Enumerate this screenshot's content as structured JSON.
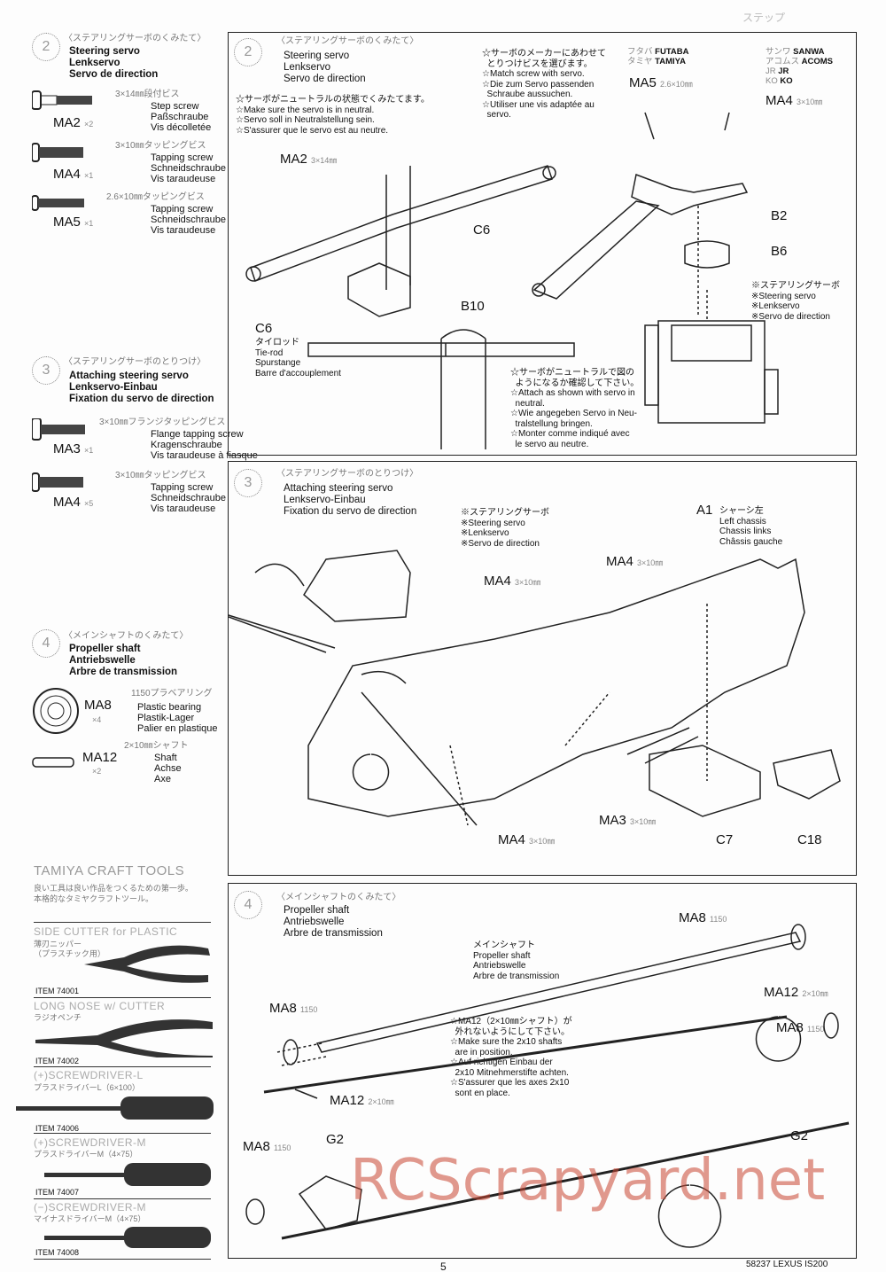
{
  "header_corner": "ステップ",
  "left": {
    "step2": {
      "num": "2",
      "jp": "〈ステアリングサーボのくみたて〉",
      "en": "Steering servo",
      "de": "Lenkservo",
      "fr": "Servo de direction",
      "parts": [
        {
          "code": "MA2",
          "qty": "×2",
          "size": "3×14㎜段付ビス",
          "en": "Step screw",
          "de": "Paßschraube",
          "fr": "Vis décolletée"
        },
        {
          "code": "MA4",
          "qty": "×1",
          "size": "3×10㎜タッピングビス",
          "en": "Tapping screw",
          "de": "Schneidschraube",
          "fr": "Vis taraudeuse"
        },
        {
          "code": "MA5",
          "qty": "×1",
          "size": "2.6×10㎜タッピングビス",
          "en": "Tapping screw",
          "de": "Schneidschraube",
          "fr": "Vis taraudeuse"
        }
      ]
    },
    "step3": {
      "num": "3",
      "jp": "〈ステアリングサーボのとりつけ〉",
      "en": "Attaching steering servo",
      "de": "Lenkservo-Einbau",
      "fr": "Fixation du servo de direction",
      "parts": [
        {
          "code": "MA3",
          "qty": "×1",
          "size": "3×10㎜フランジタッピングビス",
          "en": "Flange tapping screw",
          "de": "Kragenschraube",
          "fr": "Vis taraudeuse à fiasque"
        },
        {
          "code": "MA4",
          "qty": "×5",
          "size": "3×10㎜タッピングビス",
          "en": "Tapping screw",
          "de": "Schneidschraube",
          "fr": "Vis taraudeuse"
        }
      ]
    },
    "step4": {
      "num": "4",
      "jp": "〈メインシャフトのくみたて〉",
      "en": "Propeller shaft",
      "de": "Antriebswelle",
      "fr": "Arbre de transmission",
      "parts": [
        {
          "code": "MA8",
          "qty": "×4",
          "size": "1150プラベアリング",
          "en": "Plastic bearing",
          "de": "Plastik-Lager",
          "fr": "Palier en plastique"
        },
        {
          "code": "MA12",
          "qty": "×2",
          "size": "2×10㎜シャフト",
          "en": "Shaft",
          "de": "Achse",
          "fr": "Axe"
        }
      ]
    },
    "tools": {
      "title": "TAMIYA CRAFT TOOLS",
      "intro": "良い工具は良い作品をつくるための第一歩。\n本格的なタミヤクラフトツール。",
      "items": [
        {
          "name": "SIDE CUTTER for PLASTIC",
          "jp": "薄刃ニッパー\n（プラスチック用）",
          "item": "ITEM 74001"
        },
        {
          "name": "LONG NOSE w/ CUTTER",
          "jp": "ラジオペンチ",
          "item": "ITEM 74002"
        },
        {
          "name": "(+)SCREWDRIVER-L",
          "jp": "プラスドライバーL（6×100）",
          "item": "ITEM 74006"
        },
        {
          "name": "(+)SCREWDRIVER-M",
          "jp": "プラスドライバーM（4×75）",
          "item": "ITEM 74007"
        },
        {
          "name": "(−)SCREWDRIVER-M",
          "jp": "マイナスドライバーM（4×75）",
          "item": "ITEM 74008"
        }
      ]
    }
  },
  "panel1": {
    "num": "2",
    "jp": "〈ステアリングサーボのくみたて〉",
    "en": "Steering servo",
    "de": "Lenkservo",
    "fr": "Servo de direction",
    "note1": "☆サーボがニュートラルの状態でくみたてます。\n☆Make sure the servo is in neutral.\n☆Servo soll in Neutralstellung sein.\n☆S'assurer que le servo est au neutre.",
    "note2": "☆サーボのメーカーにあわせて\n  とりつけビスを選びます。\n☆Match screw with servo.\n☆Die zum Servo passenden\n  Schraube aussuchen.\n☆Utiliser une vis adaptée au\n  servo.",
    "brands": [
      [
        "フタバ",
        "FUTABA"
      ],
      [
        "タミヤ",
        "TAMIYA"
      ],
      [
        "サンワ",
        "SANWA"
      ],
      [
        "アコムス",
        "ACOMS"
      ],
      [
        "JR",
        "JR"
      ],
      [
        "KO",
        "KO"
      ]
    ],
    "labels": {
      "ma2": "MA2",
      "ma2s": "3×14㎜",
      "ma5": "MA5",
      "ma5s": "2.6×10㎜",
      "ma4": "MA4",
      "ma4s": "3×10㎜",
      "c6a": "C6",
      "c6b": "C6",
      "b10": "B10",
      "b2": "B2",
      "b6": "B6"
    },
    "tierod": "タイロッド\nTie-rod\nSpurstange\nBarre d'accouplement",
    "servo": "※ステアリングサーボ\n※Steering servo\n※Lenkservo\n※Servo de direction",
    "note3": "☆サーボがニュートラルで図の\n  ようになるか確認して下さい。\n☆Attach as shown with servo in\n  neutral.\n☆Wie angegeben Servo in Neu-\n  tralstellung bringen.\n☆Monter comme indiqué avec\n  le servo au neutre."
  },
  "panel2": {
    "num": "3",
    "jp": "〈ステアリングサーボのとりつけ〉",
    "en": "Attaching steering servo",
    "de": "Lenkservo-Einbau",
    "fr": "Fixation du servo de direction",
    "servo": "※ステアリングサーボ\n※Steering servo\n※Lenkservo\n※Servo de direction",
    "a1": "A1",
    "a1text": "シャーシ左\nLeft chassis\nChassis links\nChâssis gauche",
    "labels": {
      "ma4a": "MA4",
      "ma4b": "MA4",
      "ma4c": "MA4",
      "ma3": "MA3",
      "c7": "C7",
      "c18": "C18",
      "size10": "3×10㎜"
    }
  },
  "panel3": {
    "num": "4",
    "jp": "〈メインシャフトのくみたて〉",
    "en": "Propeller shaft",
    "de": "Antriebswelle",
    "fr": "Arbre de transmission",
    "shaft": "メインシャフト\nPropeller shaft\nAntriebswelle\nArbre de transmission",
    "labels": {
      "ma8": "MA8",
      "s1150": "1150",
      "ma12": "MA12",
      "s210": "2×10㎜",
      "g2": "G2"
    },
    "note": "☆MA12（2×10㎜シャフト）が\n  外れないようにして下さい。\n☆Make sure the 2x10 shafts\n  are in position.\n☆Auf richtigen Einbau der\n  2x10 Mitnehmerstifte achten.\n☆S'assurer que les axes 2x10\n  sont en place."
  },
  "watermark": "RCScrapyard.net",
  "footer": {
    "model": "58237 LEXUS IS200",
    "page": "5"
  }
}
